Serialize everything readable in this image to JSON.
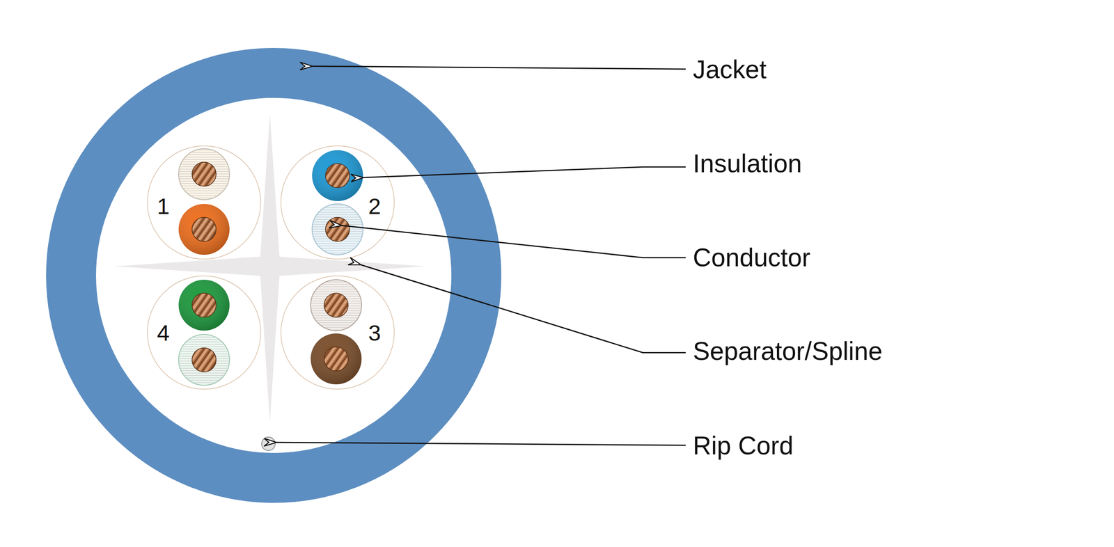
{
  "diagram": {
    "labels": [
      "Jacket",
      "Insulation",
      "Conductor",
      "Separator/Spline",
      "Rip Cord",
      "1",
      "2",
      "4",
      "3"
    ]
  }
}
